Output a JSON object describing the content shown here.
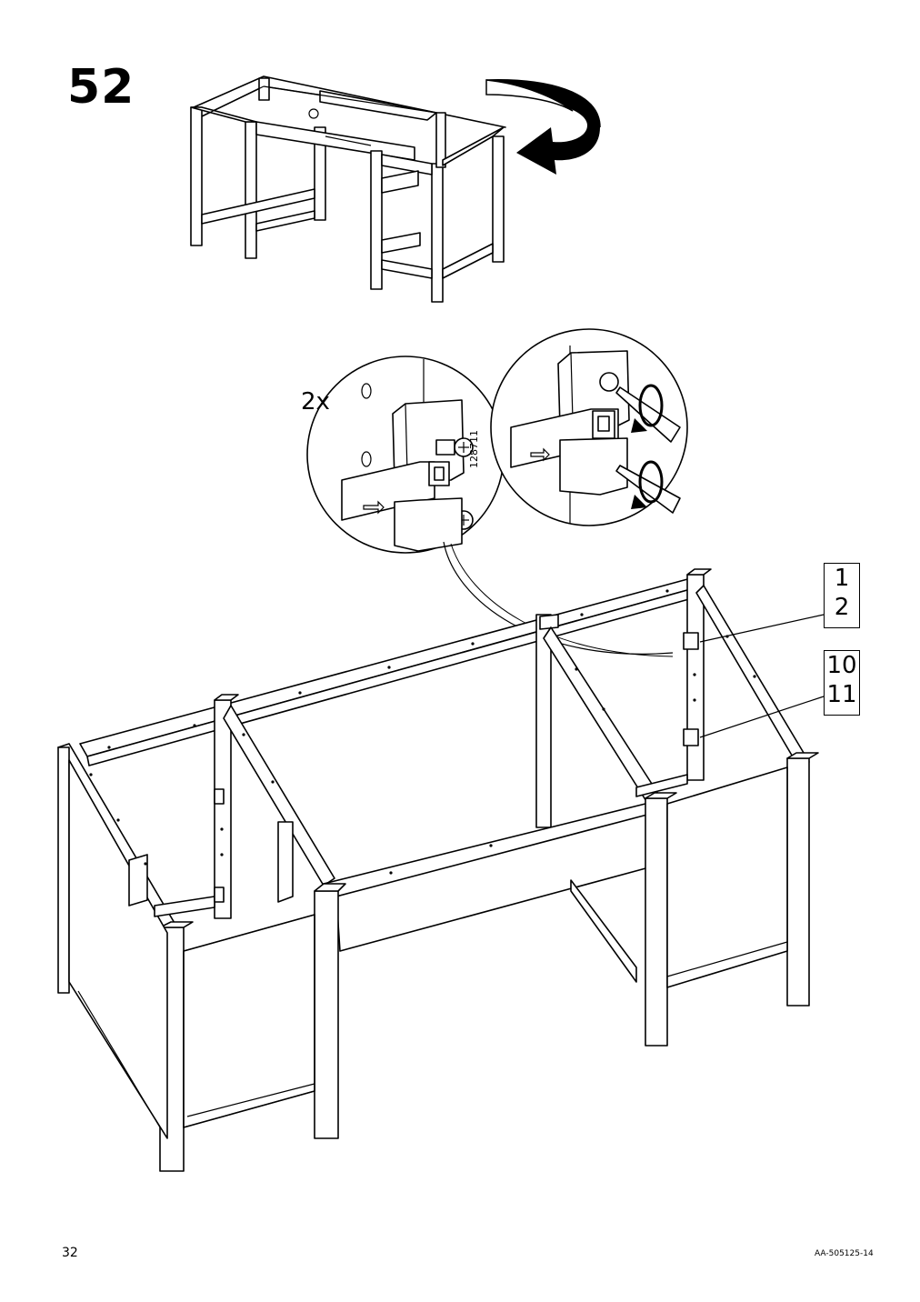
{
  "step": {
    "number": "52"
  },
  "detail": {
    "quantity": "2x",
    "article_number": "128711"
  },
  "callouts": {
    "top": [
      "1",
      "2"
    ],
    "bottom": [
      "10",
      "11"
    ]
  },
  "footer": {
    "page_number": "32",
    "document_code": "AA-505125-14"
  },
  "icons": [
    "rotate-arrow-icon",
    "screwdriver-icon",
    "rotation-arrow-icon"
  ]
}
